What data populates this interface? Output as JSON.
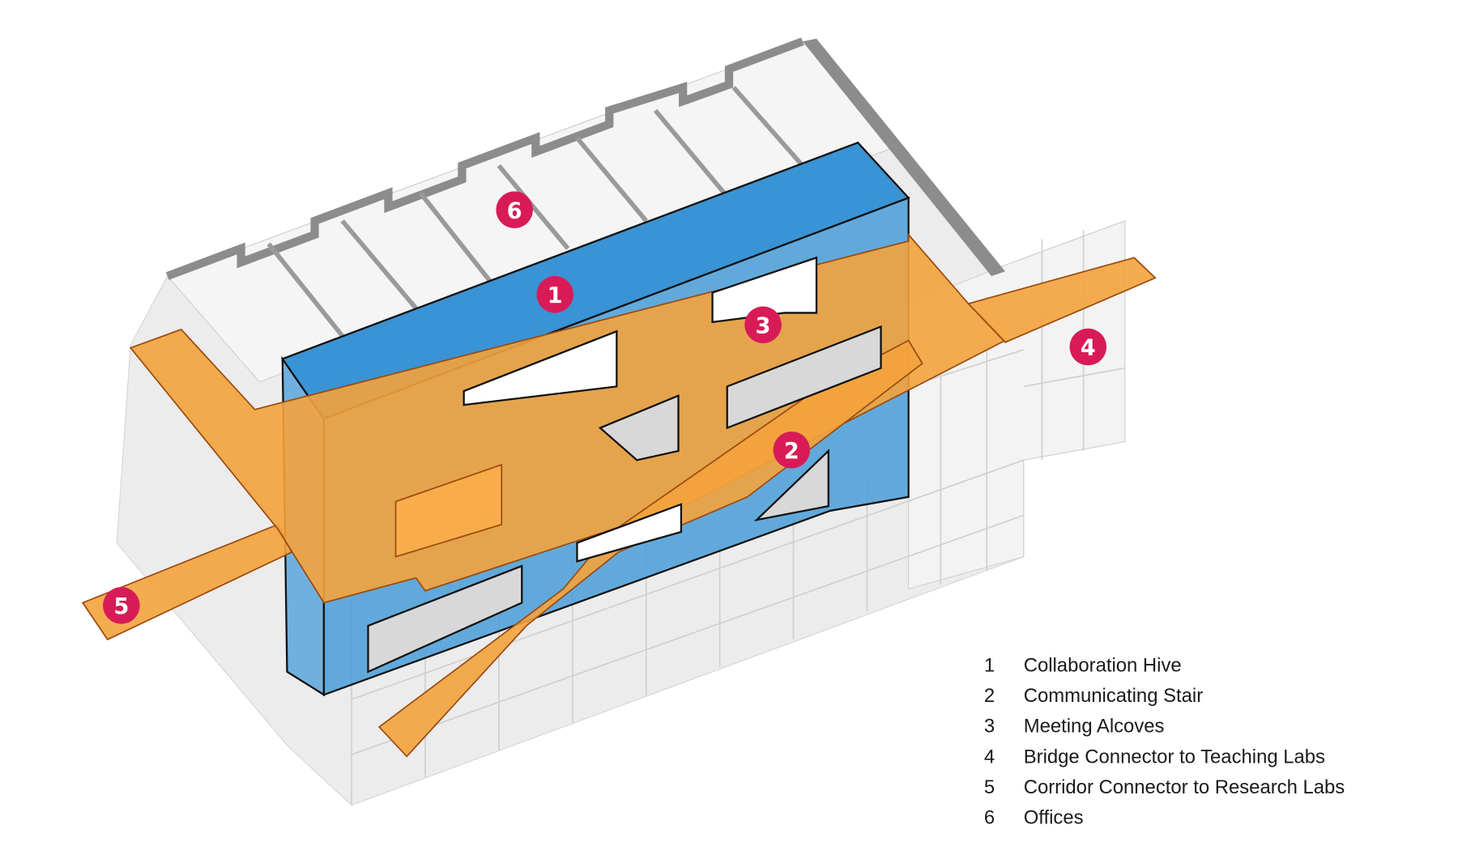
{
  "colors": {
    "hive_blue": "#3a93d4",
    "corridor_orange": "#f4a33c",
    "marker_red": "#d81b57",
    "ghost_gray": "#e8e8e8",
    "roof_gray": "#8c8c8c"
  },
  "markers": [
    {
      "num": "1"
    },
    {
      "num": "2"
    },
    {
      "num": "3"
    },
    {
      "num": "4"
    },
    {
      "num": "5"
    },
    {
      "num": "6"
    }
  ],
  "legend": [
    {
      "num": "1",
      "label": "Collaboration Hive"
    },
    {
      "num": "2",
      "label": "Communicating Stair"
    },
    {
      "num": "3",
      "label": "Meeting Alcoves"
    },
    {
      "num": "4",
      "label": "Bridge Connector to Teaching Labs"
    },
    {
      "num": "5",
      "label": "Corridor Connector to Research Labs"
    },
    {
      "num": "6",
      "label": "Offices"
    }
  ]
}
